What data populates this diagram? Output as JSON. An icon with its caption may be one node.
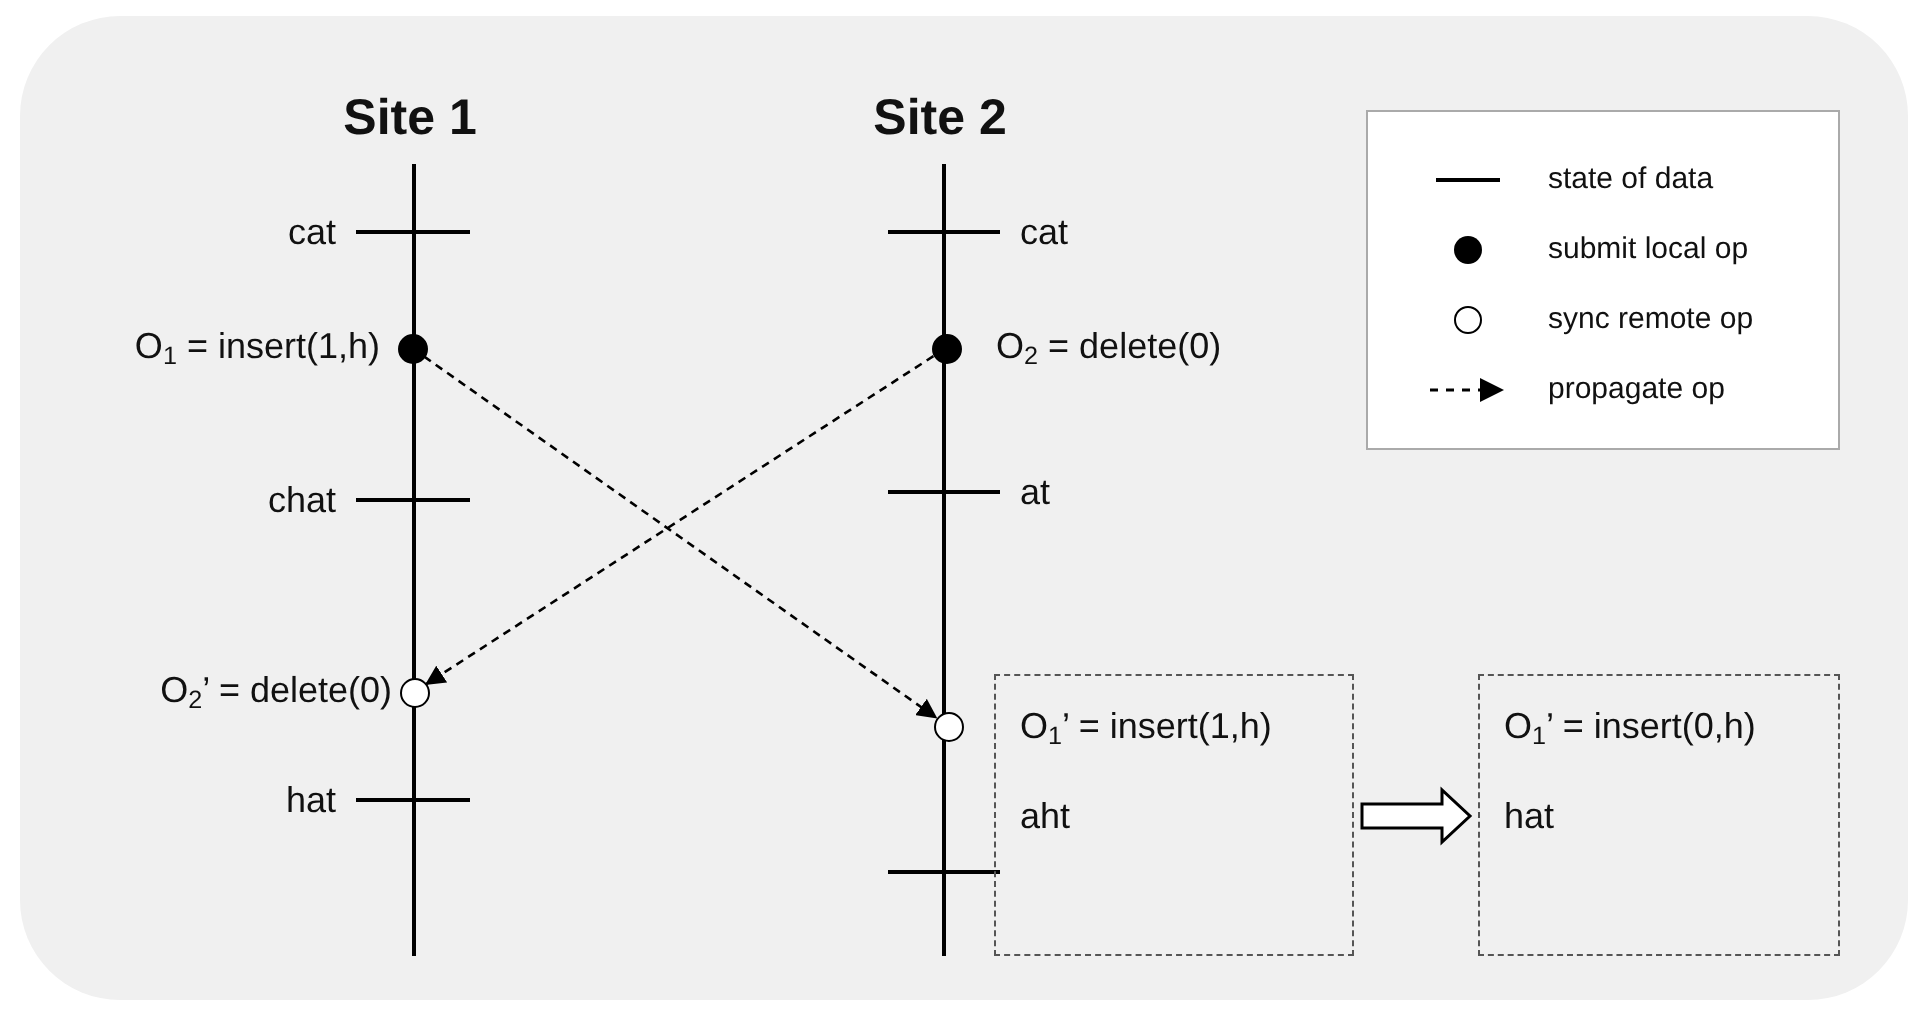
{
  "diagram": {
    "nodes": [
      {
        "text": [],
        "shape": "circle",
        "beside": [
          "O$_{1}$ = insert(1,h)"
        ]
      },
      {
        "text": [],
        "shape": "circle",
        "beside": [
          "O$_{2}$ = delete(0)"
        ]
      },
      {
        "text": [],
        "shape": "circle",
        "beside": [
          "O$_{2}$’ = delete(0)"
        ]
      },
      {
        "text": [],
        "shape": "circle"
      },
      {
        "text": [
          "O$_{1}$’ = insert(1,h)",
          "aht"
        ]
      },
      {
        "text": [
          "O$_{1}$’ = insert(0,h)",
          "hat"
        ]
      }
    ],
    "edges": [
      {
        "from": 0,
        "to": 3,
        "arrow": "to",
        "style": "dashed"
      },
      {
        "from": 1,
        "to": 2,
        "arrow": "to",
        "style": "dashed"
      },
      {
        "from": 4,
        "to": 5,
        "arrow": "to",
        "style": "thick"
      }
    ],
    "labels": [
      "Site 1",
      "Site 2",
      "cat",
      "cat",
      "chat",
      "at",
      "hat"
    ],
    "legend": [
      {
        "text": "state of data"
      },
      {
        "text": "submit local op"
      },
      {
        "text": "sync remote op"
      },
      {
        "text": "propagate op"
      }
    ]
  }
}
